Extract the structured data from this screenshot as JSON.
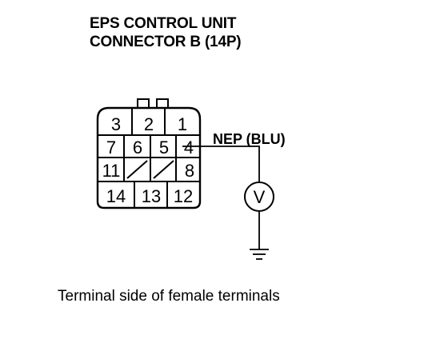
{
  "title": {
    "line1": "EPS CONTROL UNIT",
    "line2": "CONNECTOR B (14P)"
  },
  "connector": {
    "rows": [
      [
        "3",
        "2",
        "1"
      ],
      [
        "7",
        "6",
        "5",
        "4"
      ],
      [
        "11",
        "",
        "",
        "8"
      ],
      [
        "14",
        "13",
        "12"
      ]
    ],
    "highlighted_terminal": "4"
  },
  "probe": {
    "wire_label": "NEP (BLU)",
    "meter_symbol": "V",
    "meter_icon": "voltmeter-icon",
    "ground_icon": "ground-icon"
  },
  "caption": "Terminal side of female terminals",
  "colors": {
    "ink": "#000000",
    "background": "#ffffff"
  }
}
